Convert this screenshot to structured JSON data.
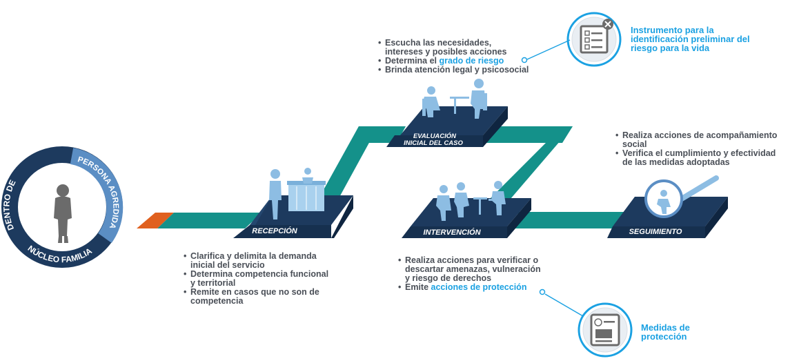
{
  "colors": {
    "dark_blue": "#1d3a5e",
    "mid_blue": "#5b8ec4",
    "teal": "#14918a",
    "orange": "#e0601e",
    "figure_blue": "#8dbde3",
    "accent_text": "#1ba1e2",
    "body_text": "#4a4f57"
  },
  "ring": {
    "outer_label": "DENTRO DE NÚCLEO FAMILIAR",
    "inner_label": "PERSONA AGREDIDA"
  },
  "stages": [
    {
      "id": "recepcion",
      "label": "RECEPCIÓN"
    },
    {
      "id": "evaluacion",
      "label_line1": "EVALUACIÓN",
      "label_line2": "INICIAL DEL CASO"
    },
    {
      "id": "intervencion",
      "label": "INTERVENCIÓN"
    },
    {
      "id": "seguimiento",
      "label": "SEGUIMIENTO"
    }
  ],
  "evaluacion_bullets": {
    "b1_l1": "Escucha las necesidades,",
    "b1_l2": "intereses y posibles acciones",
    "b2_pre": "Determina el ",
    "b2_hl": "grado de riesgo",
    "b3": "Brinda atención legal y psicosocial"
  },
  "recepcion_bullets": {
    "b1_l1": "Clarifica y delimita la demanda",
    "b1_l2": "inicial del servicio",
    "b2_l1": "Determina competencia funcional",
    "b2_l2": "y territorial",
    "b3_l1": "Remite en casos que no son de",
    "b3_l2": "competencia"
  },
  "intervencion_bullets": {
    "b1_l1": "Realiza acciones para verificar o",
    "b1_l2": "descartar amenazas, vulneración",
    "b1_l3": "y riesgo de derechos",
    "b2_pre": "Emite ",
    "b2_hl": "acciones de protección"
  },
  "seguimiento_bullets": {
    "b1_l1": "Realiza acciones de acompañamiento",
    "b1_l2": "social",
    "b2_l1": "Verifica el cumplimiento y efectividad",
    "b2_l2": "de las medidas adoptadas"
  },
  "callouts": {
    "instrumento_l1": "Instrumento para la",
    "instrumento_l2": "identificación  preliminar del",
    "instrumento_l3": "riesgo para la vida",
    "medidas_l1": "Medidas de",
    "medidas_l2": "protección"
  },
  "icons": {
    "checklist": "checklist-document-icon",
    "protection": "protection-document-icon",
    "magnifier": "magnifier-icon"
  }
}
